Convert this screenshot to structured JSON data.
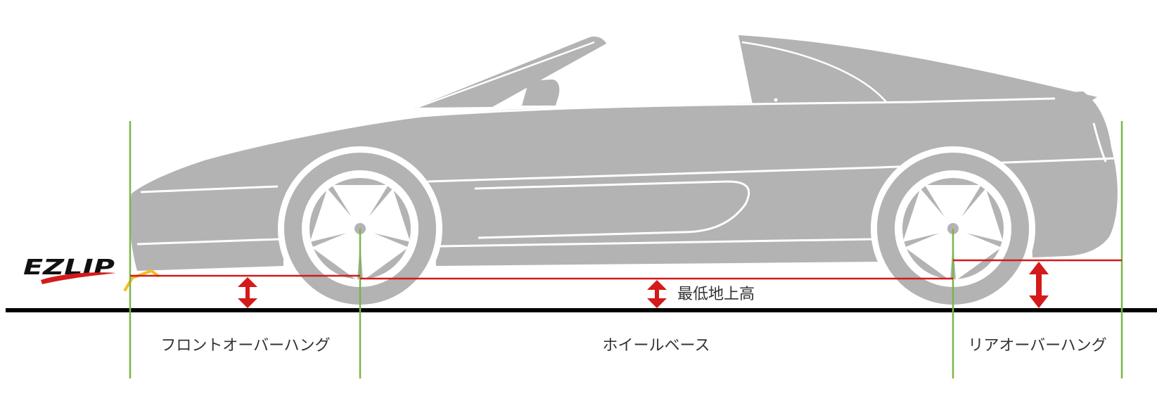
{
  "logo": {
    "text": "EZLIP",
    "icon": "ezlip-logo-icon",
    "colors": {
      "text": "#111111",
      "swoosh": "#d41a1a"
    }
  },
  "labels": {
    "front_overhang": "フロントオーバーハング",
    "wheelbase": "ホイールベース",
    "rear_overhang": "リアオーバーハング",
    "ground_clearance": "最低地上高"
  },
  "icons": {
    "car": "car-silhouette-icon",
    "wheel": "wheel-icon",
    "arrow": "double-arrow-icon",
    "lip": "lip-spoiler-icon"
  },
  "colors": {
    "car_body": "#b3b3b3",
    "car_detail": "#ffffff",
    "guide_line": "#7ab648",
    "measure_line": "#d41a1a",
    "arrow": "#d41a1a",
    "ground": "#000000",
    "lip": "#f0c020",
    "label": "#333333"
  }
}
